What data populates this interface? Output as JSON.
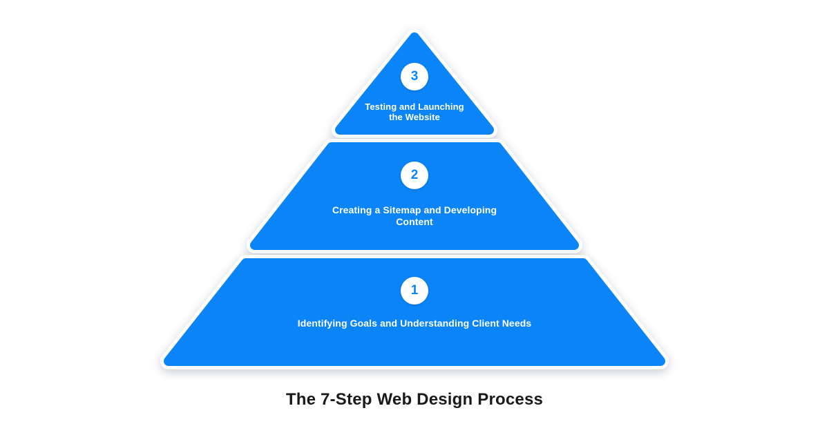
{
  "title": "The 7-Step Web Design Process",
  "colors": {
    "tier_blue": "#0a84f7",
    "background": "#ffffff",
    "circle_bg": "#ffffff",
    "tier_text": "#ffffff",
    "title_text": "#1a1a1a"
  },
  "pyramid": {
    "tiers": [
      {
        "number": "3",
        "label": "Testing and Launching\nthe Website"
      },
      {
        "number": "2",
        "label": "Creating a Sitemap and Developing\nContent"
      },
      {
        "number": "1",
        "label": "Identifying Goals and Understanding Client Needs"
      }
    ]
  }
}
